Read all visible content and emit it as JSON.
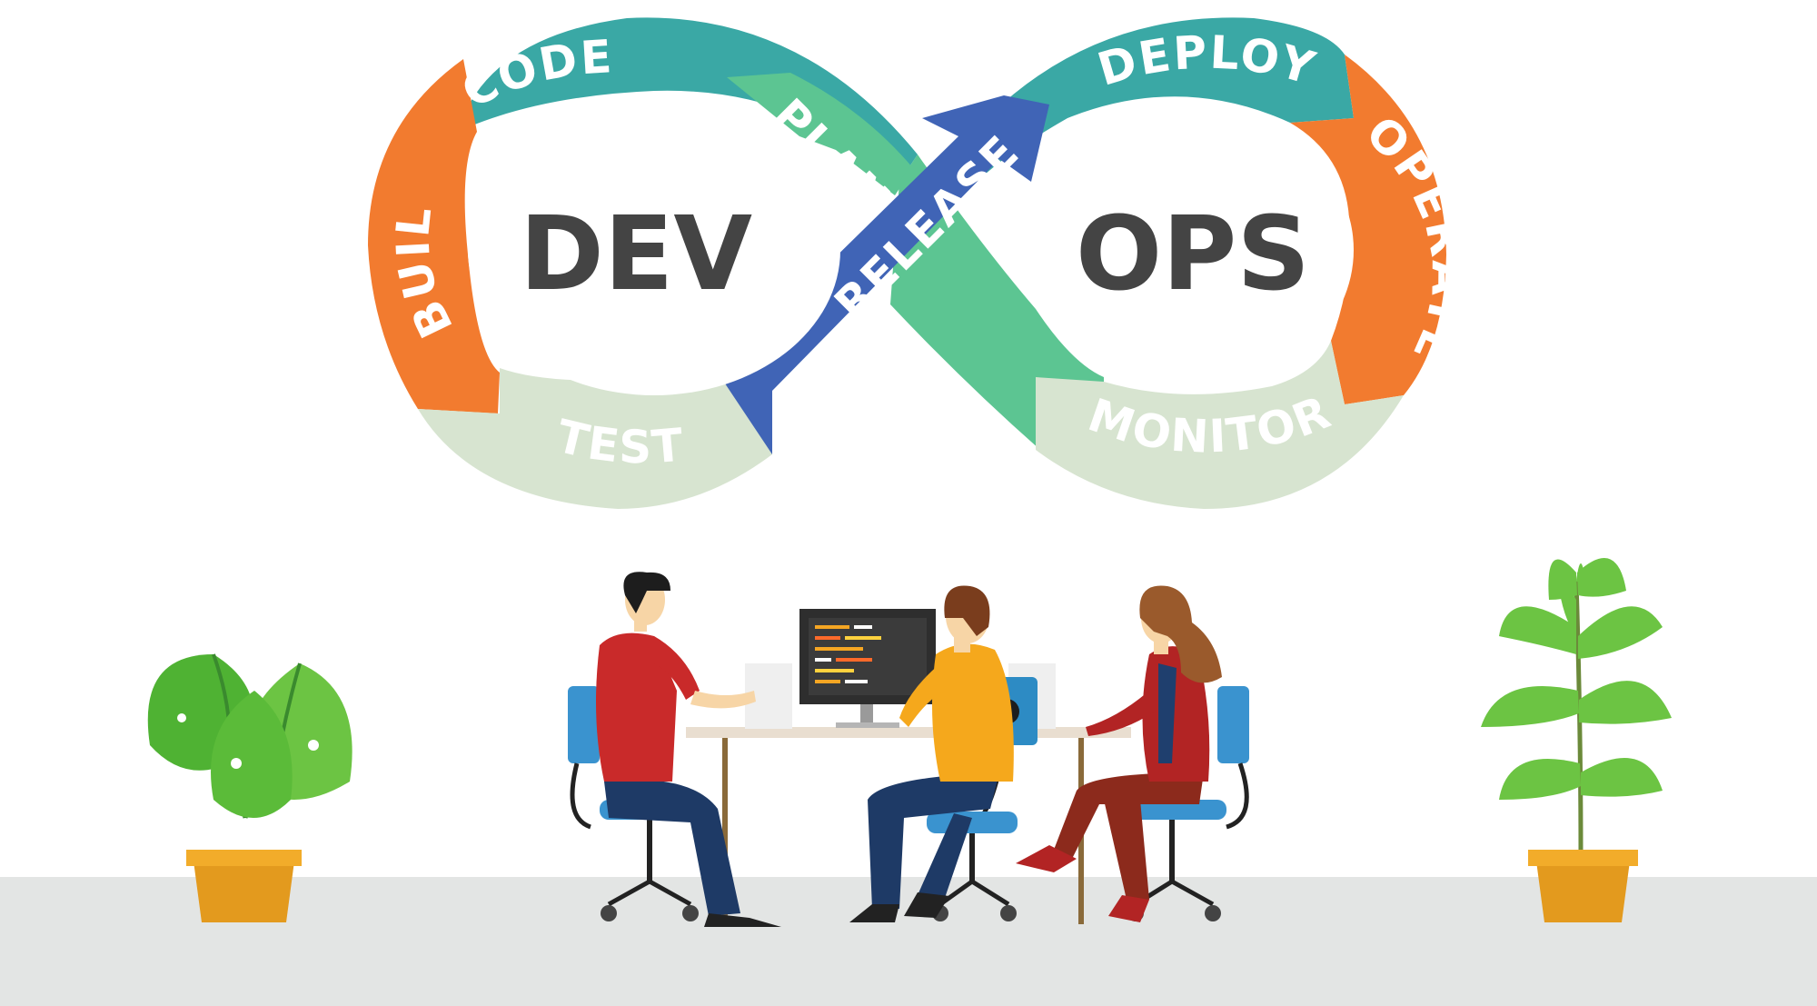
{
  "diagram": {
    "dev_label": "DEV",
    "ops_label": "OPS",
    "stages": {
      "plan": "PLAN",
      "code": "CODE",
      "build": "BUILD",
      "test": "TEST",
      "release": "RELEASE",
      "deploy": "DEPLOY",
      "operate": "OPERATE",
      "monitor": "MONITOR"
    }
  },
  "colors": {
    "background": "#ffffff",
    "floor": "#e3e5e4",
    "code": "#3aa8a5",
    "deploy": "#3aa8a5",
    "plan": "#5cc592",
    "build": "#f27b2f",
    "operate": "#f27b2f",
    "test": "#d7e4d0",
    "monitor": "#d7e4d0",
    "release": "#4064b6",
    "center_text": "#444444"
  },
  "illustration": {
    "people_count": 3,
    "plants": [
      "monstera-plant",
      "palm-plant"
    ],
    "monitor_code_colors": [
      "#f5a623",
      "#ff6a2a",
      "#ffd23e",
      "#ffffff"
    ]
  }
}
